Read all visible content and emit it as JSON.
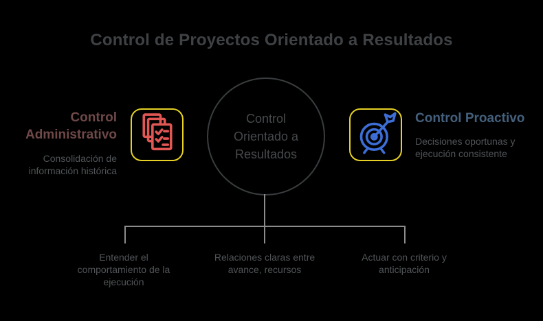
{
  "colors": {
    "bg": "#000000",
    "title": "#3f4245",
    "body": "#515558",
    "maroon": "#6f4848",
    "steel": "#44607c",
    "yellow": "#e7d125",
    "red": "#e15754",
    "blue": "#3d6ed5",
    "circle": "#3a3d3f",
    "circle-text": "#474a4c",
    "line": "#8c8c8c"
  },
  "title": "Control de Proyectos Orientado a Resultados",
  "center_node": {
    "lines": [
      "Control",
      "Orientado a",
      "Resultados"
    ]
  },
  "left_node": {
    "title": "Control Administrativo",
    "description": "Consolidación de información histórica",
    "icon": "documents-checklist-icon"
  },
  "right_node": {
    "title": "Control Proactivo",
    "description": "Decisiones oportunas y ejecución consistente",
    "icon": "target-dart-icon"
  },
  "branches": [
    {
      "label": "Entender el comportamiento de la ejecución"
    },
    {
      "label": "Relaciones claras entre avance, recursos"
    },
    {
      "label": "Actuar con criterio y anticipación"
    }
  ]
}
